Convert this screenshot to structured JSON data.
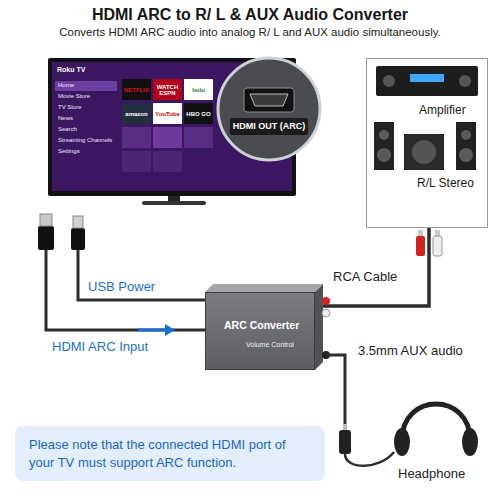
{
  "diagram": {
    "title": "HDMI ARC to R/ L & AUX Audio Converter",
    "nodes": [
      {
        "text": [
          "HDMI OUT (ARC)"
        ]
      },
      {
        "text": [
          "Amplifier",
          "R/L Stereo"
        ]
      },
      {
        "text": [
          "ARC Converter",
          "Volume Control"
        ]
      },
      {
        "text": [
          "Please note that the connected HDMI port of your TV must support ARC function."
        ]
      }
    ],
    "edges": [
      {
        "from": 2,
        "to": 1,
        "arrow": "none",
        "label": "RCA Cable"
      }
    ],
    "labels": [
      "Converts HDMI ARC audio into analog R/ L and AUX audio simultaneously.",
      "Roku TV",
      "Home",
      "Movie Store",
      "TV Store",
      "News",
      "Search",
      "Streaming Channels",
      "Settings",
      "NETFLIX",
      "WATCH ESPN",
      "hulu",
      "amazon",
      "YouTube",
      "HBO GO",
      "USB Power",
      "HDMI ARC Input",
      "3.5mm AUX audio",
      "Headphone"
    ]
  }
}
